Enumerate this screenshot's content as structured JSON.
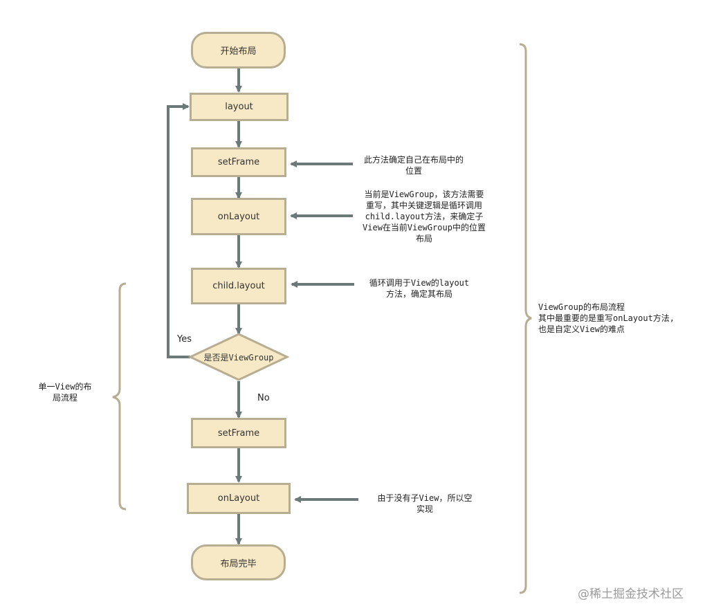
{
  "nodes": {
    "start": "开始布局",
    "layout": "layout",
    "setframe1": "setFrame",
    "onlayout1": "onLayout",
    "child_layout": "child.layout",
    "decision": "是否是ViewGroup",
    "setframe2": "setFrame",
    "onlayout2": "onLayout",
    "end": "布局完毕"
  },
  "branches": {
    "yes": "Yes",
    "no": "No"
  },
  "notes": {
    "setframe_note_1": "此方法确定自己在布局中的",
    "setframe_note_2": "位置",
    "onlayout_note_1": "当前是ViewGroup，该方法需要",
    "onlayout_note_2": "重写，其中关键逻辑是循环调用",
    "onlayout_note_3": "child.layout方法，来确定子",
    "onlayout_note_4": "View在当前ViewGroup中的位置",
    "onlayout_note_5": "布局",
    "child_note_1": "循环调用于View的layout",
    "child_note_2": "方法，确定其布局",
    "onlayout2_note_1": "由于没有子View，所以空",
    "onlayout2_note_2": "实现"
  },
  "brackets": {
    "right_1": "ViewGroup的布局流程",
    "right_2": "其中最重要的是重写onLayout方法,",
    "right_3": "也是自定义View的难点",
    "left_1": "单一View的布",
    "left_2": "局流程"
  },
  "watermark": "@稀土掘金技术社区",
  "colors": {
    "box_fill": "#f7e9c5",
    "box_border": "#b7ad92",
    "arrow": "#6b7a79"
  }
}
